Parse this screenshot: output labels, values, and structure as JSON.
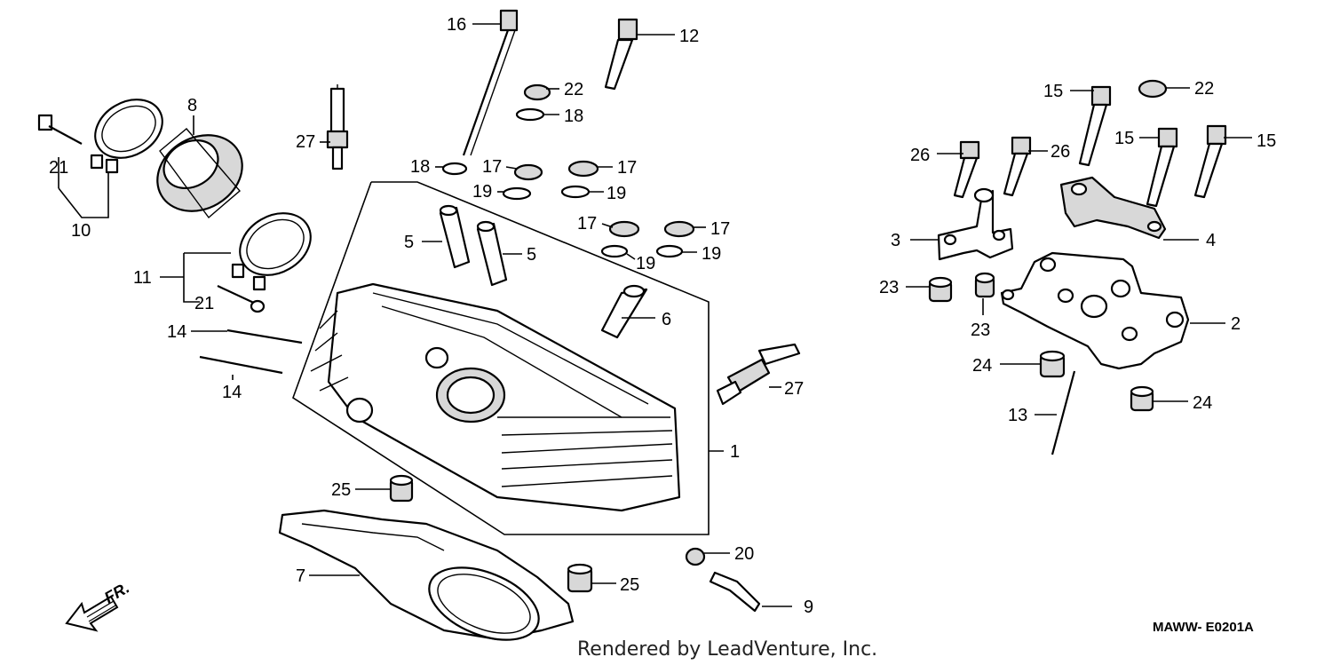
{
  "diagram": {
    "callouts": {
      "c1": "1",
      "c2": "2",
      "c3": "3",
      "c4": "4",
      "c5a": "5",
      "c5b": "5",
      "c6": "6",
      "c7": "7",
      "c8": "8",
      "c9": "9",
      "c10": "10",
      "c11": "11",
      "c12": "12",
      "c13": "13",
      "c14a": "14",
      "c14b": "14",
      "c15a": "15",
      "c15b": "15",
      "c15c": "15",
      "c16": "16",
      "c17a": "17",
      "c17b": "17",
      "c17c": "17",
      "c17d": "17",
      "c18a": "18",
      "c18b": "18",
      "c19a": "19",
      "c19b": "19",
      "c19c": "19",
      "c19d": "19",
      "c20": "20",
      "c21a": "21",
      "c21b": "21",
      "c22a": "22",
      "c22b": "22",
      "c23a": "23",
      "c23b": "23",
      "c24a": "24",
      "c24b": "24",
      "c25a": "25",
      "c25b": "25",
      "c26a": "26",
      "c26b": "26",
      "c27a": "27",
      "c27b": "27"
    },
    "front_marker": "FR.",
    "drawing_code": "MAWW- E0201A",
    "credit": "Rendered by LeadVenture, Inc."
  }
}
